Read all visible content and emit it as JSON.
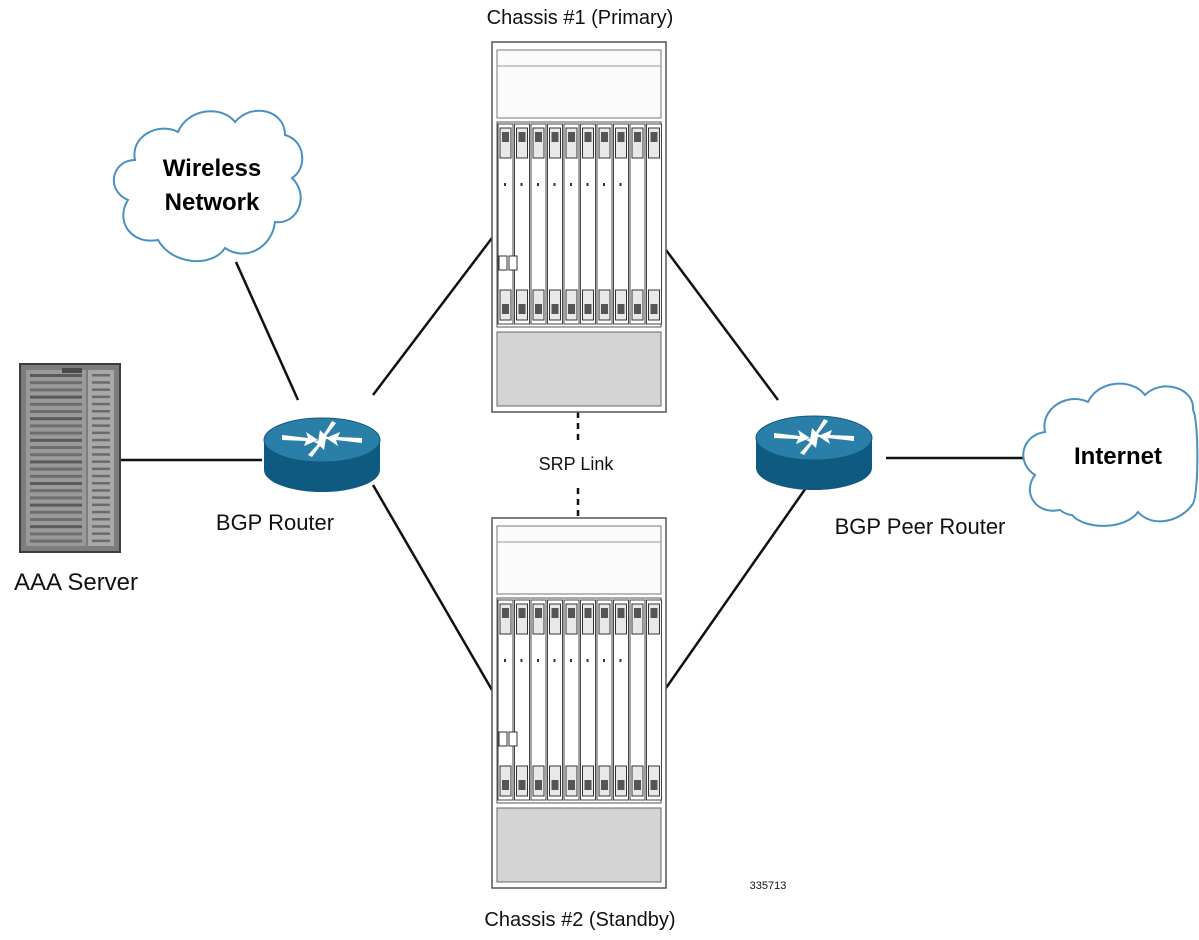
{
  "labels": {
    "chassis_primary": "Chassis #1 (Primary)",
    "chassis_standby": "Chassis #2 (Standby)",
    "srp_link": "SRP Link",
    "bgp_router": "BGP Router",
    "bgp_peer_router": "BGP Peer Router",
    "aaa_server": "AAA Server",
    "wireless_line1": "Wireless",
    "wireless_line2": "Network",
    "internet": "Internet",
    "figure_id": "335713"
  },
  "colors": {
    "router_top": "#2a7fa8",
    "router_side": "#0f5a80",
    "cloud_stroke": "#4a90c0",
    "chassis_bottom": "#d4d4d4",
    "server_body": "#8a8a8a"
  }
}
